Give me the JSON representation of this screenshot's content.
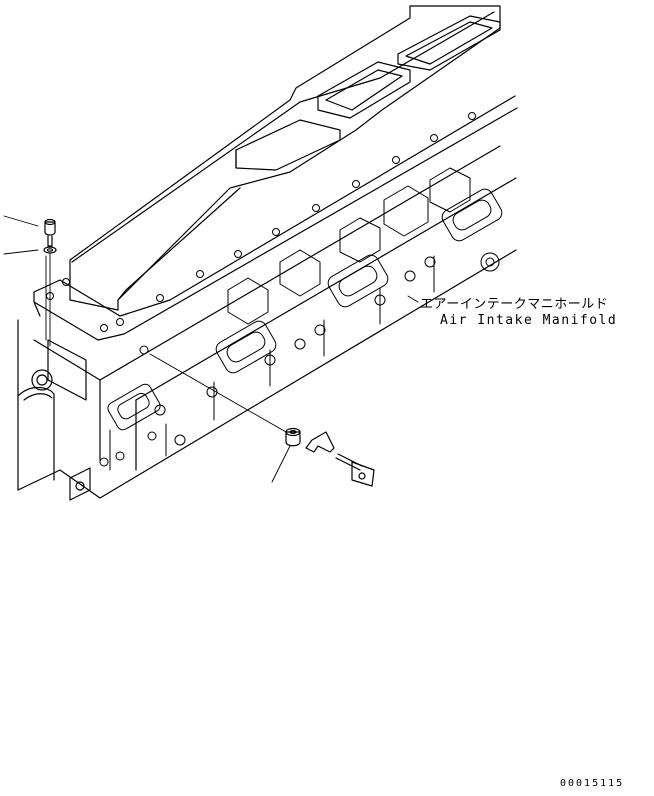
{
  "callout": {
    "part_name_jp": "エアーインテークマニホールド",
    "part_name_en": "Air Intake Manifold"
  },
  "drawing_number": "00015115"
}
